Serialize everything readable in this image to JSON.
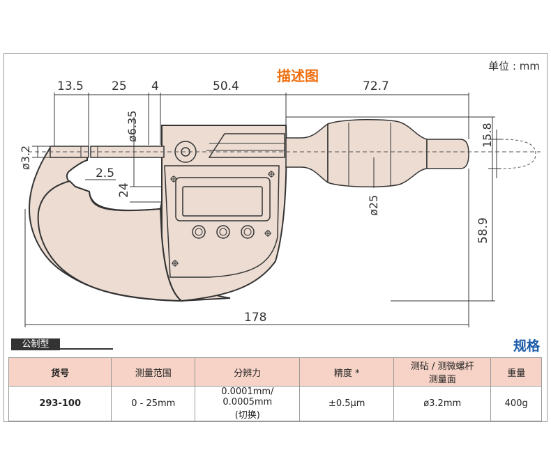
{
  "header": {
    "title": "描述图",
    "unit": "单位 : mm"
  },
  "dimensions": {
    "d_13_5": "13.5",
    "d_25_top": "25",
    "d_4": "4",
    "d_50_4": "50.4",
    "d_72_7": "72.7",
    "d_phi_6_35": "ø6.35",
    "d_phi_3_2": "ø3.2",
    "d_2_5": "2.5",
    "d_24": "24",
    "d_phi_25": "ø25",
    "d_15_8": "15.8",
    "d_58_9": "58.9",
    "d_178": "178"
  },
  "section": {
    "metric_label": "公制型",
    "spec_title": "规格"
  },
  "table": {
    "headers": [
      "货号",
      "测量范围",
      "分辨力",
      "精度 *",
      "测砧 / 测微螺杆\n测量面",
      "重量"
    ],
    "row": [
      "293-100",
      "0 - 25mm",
      "0.0001mm/ 0.0005mm\n(切换)",
      "±0.5μm",
      "ø3.2mm",
      "400g"
    ]
  },
  "colors": {
    "title": "#f07010",
    "spec_title": "#1a5aa8",
    "body_fill": "#ecdcd2",
    "header_fill": "#f6d3c6"
  }
}
